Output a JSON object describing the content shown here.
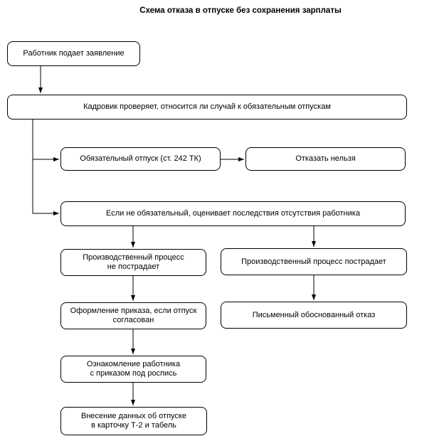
{
  "title": "Схема отказа в отпуске без сохранения зарплаты",
  "diagram": {
    "type": "flowchart",
    "colors": {
      "node_fill": "#ffffff",
      "node_border": "#000000",
      "text": "#000000",
      "arrow": "#000000"
    },
    "nodes": [
      {
        "id": "employee-application",
        "lines": [
          "Работник подает заявление"
        ]
      },
      {
        "id": "hr-check",
        "lines": [
          "Кадровик проверяет, относится ли случай к обязательным отпускам"
        ]
      },
      {
        "id": "mandatory-leave",
        "lines": [
          "Обязательный отпуск (ст. 242 ТК)"
        ]
      },
      {
        "id": "cannot-refuse",
        "lines": [
          "Отказать нельзя"
        ]
      },
      {
        "id": "assess-consequences",
        "lines": [
          "Если не обязательный, оценивает последствия отсутствия работника"
        ]
      },
      {
        "id": "process-not-affected",
        "lines": [
          "Производственный процесс",
          "не пострадает"
        ]
      },
      {
        "id": "process-affected",
        "lines": [
          "Производственный процесс пострадает"
        ]
      },
      {
        "id": "issue-order",
        "lines": [
          "Оформление приказа, если отпуск",
          "согласован"
        ]
      },
      {
        "id": "written-refusal",
        "lines": [
          "Письменный обоснованный отказ"
        ]
      },
      {
        "id": "acknowledge-order",
        "lines": [
          "Ознакомление работника",
          "с приказом под роспись"
        ]
      },
      {
        "id": "record-data",
        "lines": [
          "Внесение данных об отпуске",
          "в карточку Т-2 и табель"
        ]
      }
    ],
    "edges": [
      {
        "from": "employee-application",
        "to": "hr-check"
      },
      {
        "from": "hr-check",
        "to": "mandatory-leave"
      },
      {
        "from": "mandatory-leave",
        "to": "cannot-refuse"
      },
      {
        "from": "hr-check",
        "to": "assess-consequences"
      },
      {
        "from": "assess-consequences",
        "to": "process-not-affected"
      },
      {
        "from": "assess-consequences",
        "to": "process-affected"
      },
      {
        "from": "process-not-affected",
        "to": "issue-order"
      },
      {
        "from": "process-affected",
        "to": "written-refusal"
      },
      {
        "from": "issue-order",
        "to": "acknowledge-order"
      },
      {
        "from": "acknowledge-order",
        "to": "record-data"
      }
    ]
  }
}
